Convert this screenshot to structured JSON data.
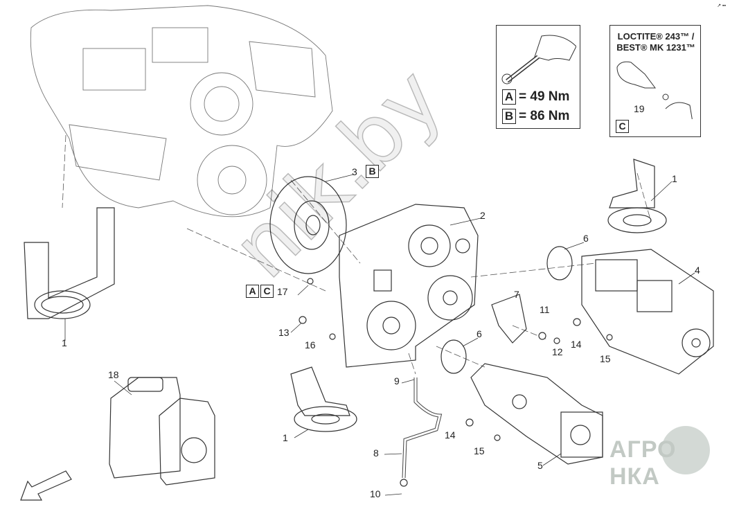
{
  "diagram": {
    "torque_panel": {
      "items": [
        {
          "key": "A",
          "value": "= 49 Nm"
        },
        {
          "key": "B",
          "value": "= 86 Nm"
        }
      ]
    },
    "loctite_panel": {
      "line1": "LOCTITE® 243™ /",
      "line2": "BEST® MK 1231™",
      "part": "19",
      "key": "C"
    },
    "callouts": [
      "3",
      "1",
      "2",
      "6",
      "4",
      "7",
      "11",
      "17",
      "13",
      "16",
      "6",
      "12",
      "14",
      "15",
      "1",
      "18",
      "9",
      "1",
      "14",
      "15",
      "8",
      "5",
      "10"
    ],
    "keys": {
      "b": "B",
      "a": "A",
      "c": "C"
    },
    "watermark": "nik.by",
    "logo": "АГРО НКА",
    "corner_mark": "↗ ▪▪"
  }
}
